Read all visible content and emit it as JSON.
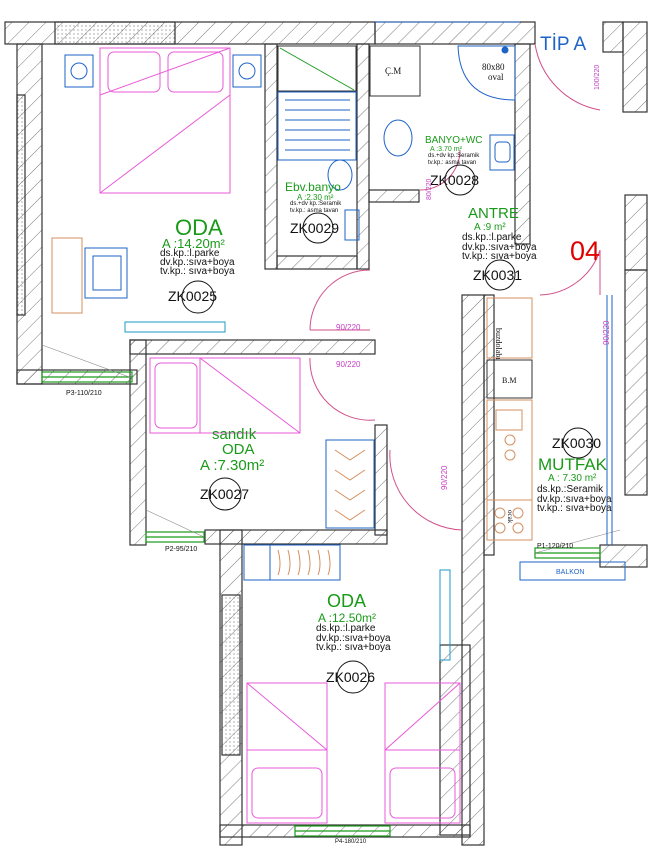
{
  "plan": {
    "type_label": "TİP A",
    "unit_number": "04",
    "colors": {
      "wall": "#333333",
      "hatch": "#555555",
      "room_label": "#1a9a1a",
      "furniture": "#e85ad8",
      "fixture": "#1e63c8",
      "door": "#d0508a",
      "dim": "#c43fc4",
      "unit": "#e00000",
      "type": "#1e63c8"
    }
  },
  "rooms": {
    "oda1": {
      "name": "ODA",
      "area": "A :14.20m²",
      "floor": "ds.kp.:l.parke",
      "wall": "dv.kp.:sıva+boya",
      "ceiling": "tv.kp.: sıva+boya",
      "code": "ZK0025"
    },
    "ebv": {
      "name": "Ebv.banyo",
      "area": "A :2.30 m²",
      "floor": "ds.+dv kp.:Seramik",
      "ceiling": "tv.kp.: asma tavan",
      "code": "ZK0029"
    },
    "banyo": {
      "name": "BANYO+WC",
      "area": "A :3.70 m²",
      "floor": "ds.+dv kp.:Seramik",
      "ceiling": "tv.kp.: asma tavan",
      "code": "ZK0028"
    },
    "antre": {
      "name": "ANTRE",
      "area": "A :9 m²",
      "floor": "ds.kp.:l.parke",
      "wall": "dv.kp.:sıva+boya",
      "ceiling": "tv.kp.: sıva+boya",
      "code": "ZK0031"
    },
    "sandik": {
      "name": "sandık",
      "name2": "ODA",
      "area": "A :7.30m²",
      "code": "ZK0027"
    },
    "mutfak": {
      "name": "MUTFAK",
      "area": "A : 7.30 m²",
      "floor": "ds.kp.:Seramik",
      "wall": "dv.kp.:sıva+boya",
      "ceiling": "tv.kp.: sıva+boya",
      "code": "ZK0030"
    },
    "oda2": {
      "name": "ODA",
      "area": "A :12.50m²",
      "floor": "ds.kp.:l.parke",
      "wall": "dv.kp.:sıva+boya",
      "ceiling": "tv.kp.: sıva+boya",
      "code": "ZK0026"
    }
  },
  "labels": {
    "cm": "Ç.M",
    "shower": "80x80",
    "shower2": "oval",
    "bm": "B.M",
    "buzdolabi": "buzdolabı",
    "ocak": "ocak",
    "balkon": "BALKON",
    "win_p3": "P3-110/210",
    "win_p2": "P2-95/210",
    "win_p1": "P1-120/210",
    "win_p4": "P4-180/210",
    "door1": "90/220",
    "door2": "90/220",
    "door3": "90/220",
    "door4": "90/220",
    "door5": "80/220",
    "door6": "100/220"
  }
}
